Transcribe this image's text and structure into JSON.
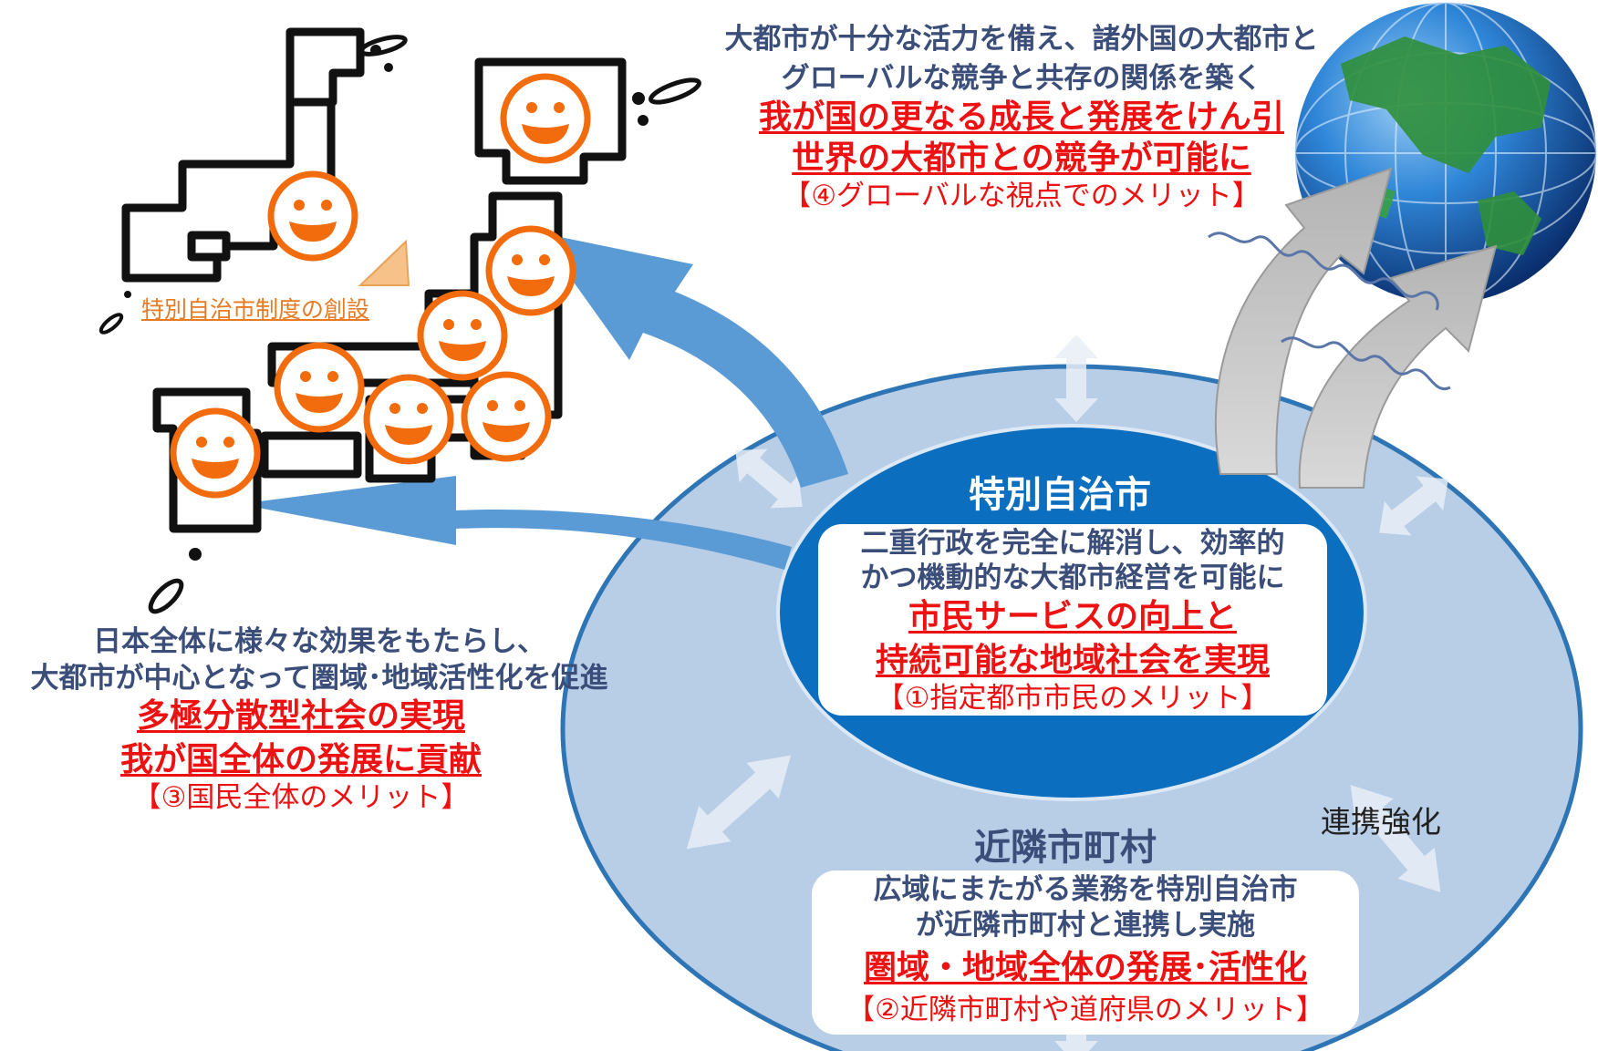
{
  "global_section": {
    "line1": "大都市が十分な活力を備え、諸外国の大都市と",
    "line2": "グローバルな競争と共存の関係を築く",
    "highlight1": "我が国の更なる成長と発展をけん引",
    "highlight2": "世界の大都市との競争が可能に",
    "merit": "【④グローバルな視点でのメリット】"
  },
  "japan_map": {
    "link_label": "特別自治市制度の創設"
  },
  "national_section": {
    "line1": "日本全体に様々な効果をもたらし、",
    "line2": "大都市が中心となって圏域･地域活性化を促進",
    "highlight1": "多極分散型社会の実現",
    "highlight2": "我が国全体の発展に貢献",
    "merit": "【③国民全体のメリット】"
  },
  "special_city": {
    "title": "特別自治市",
    "line1": "二重行政を完全に解消し、効率的",
    "line2": "かつ機動的な大都市経営を可能に",
    "highlight1": "市民サービスの向上と",
    "highlight2": "持続可能な地域社会を実現",
    "merit": "【①指定都市市民のメリット】"
  },
  "neighbors": {
    "title": "近隣市町村",
    "line1": "広域にまたがる業務を特別自治市",
    "line2": "が近隣市町村と連携し実施",
    "highlight1": "圏域・地域全体の発展･活性化",
    "merit": "【②近隣市町村や道府県のメリット】"
  },
  "cooperation_label": "連携強化",
  "colors": {
    "outer_ellipse": "#b8cde6",
    "outer_border": "#2e75b6",
    "inner_ellipse": "#0b6ebf",
    "arrow_blue": "#5b9bd5",
    "smiley_orange": "#f26c0d",
    "navy_text": "#3b4e7a",
    "red_text": "#ee1111"
  },
  "icons": [
    "smiley-face-icon",
    "globe-icon",
    "double-arrow-icon",
    "wavy-line-icon"
  ]
}
